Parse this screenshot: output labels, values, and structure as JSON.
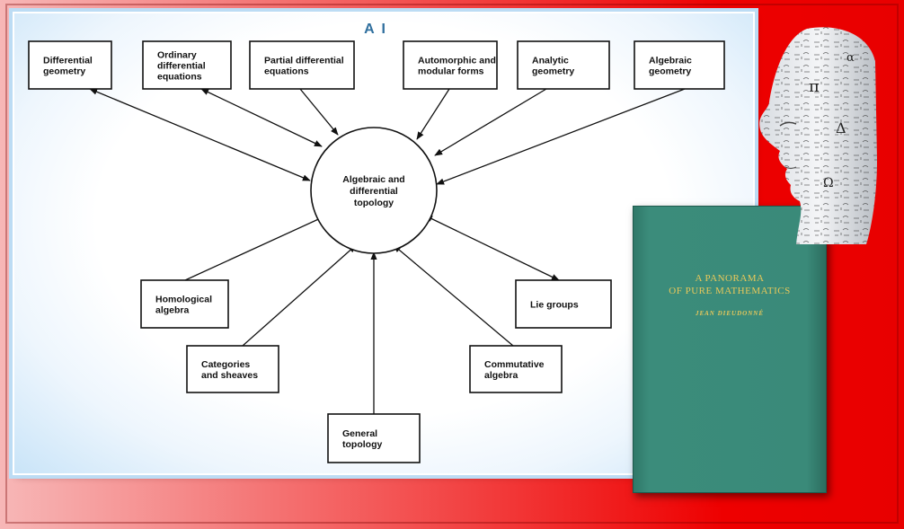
{
  "diagram": {
    "title": "A I",
    "center": {
      "lines": [
        "Algebraic and",
        "differential",
        "topology"
      ]
    },
    "nodes": [
      {
        "id": "diff-geometry",
        "lines": [
          "Differential",
          "geometry"
        ]
      },
      {
        "id": "ode",
        "lines": [
          "Ordinary",
          "differential",
          "equations"
        ]
      },
      {
        "id": "pde",
        "lines": [
          "Partial differential",
          "equations"
        ]
      },
      {
        "id": "automorphic",
        "lines": [
          "Automorphic and",
          "modular forms"
        ]
      },
      {
        "id": "analytic-geometry",
        "lines": [
          "Analytic",
          "geometry"
        ]
      },
      {
        "id": "algebraic-geometry",
        "lines": [
          "Algebraic",
          "geometry"
        ]
      },
      {
        "id": "homological-algebra",
        "lines": [
          "Homological",
          "algebra"
        ]
      },
      {
        "id": "lie-groups",
        "lines": [
          "Lie groups"
        ]
      },
      {
        "id": "categories-sheaves",
        "lines": [
          "Categories",
          "and sheaves"
        ]
      },
      {
        "id": "commutative-algebra",
        "lines": [
          "Commutative",
          "algebra"
        ]
      },
      {
        "id": "general-topology",
        "lines": [
          "General",
          "topology"
        ]
      }
    ]
  },
  "book": {
    "title_line1": "A PANORAMA",
    "title_line2": "OF PURE MATHEMATICS",
    "author": "JEAN DIEUDONNÉ"
  },
  "colors": {
    "title": "#2f6f9e",
    "book_cover": "#3a8a79",
    "book_text": "#e9c85a",
    "background_red": "#ee0000"
  }
}
